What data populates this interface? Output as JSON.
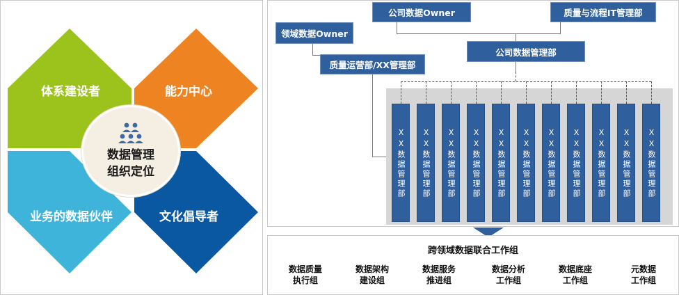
{
  "left": {
    "diamonds": {
      "top_left": "体系建设者",
      "top_right": "能力中心",
      "bottom_left": "业务的数据伙伴",
      "bottom_right": "文化倡导者"
    },
    "center_title": "数据管理\n组织定位",
    "center_icon": "people-group-icon"
  },
  "org": {
    "company_owner": "公司数据Owner",
    "quality_it": "质量与流程IT管理部",
    "domain_owner": "领域数据Owner",
    "company_mgmt": "公司数据管理部",
    "quality_ops": "质量运营部/XX管理部",
    "dept_label": "XX数据管理部",
    "dept_count": 11
  },
  "workgroups": {
    "title": "跨领域数据联合工作组",
    "items": [
      "数据质量\n执行组",
      "数据架构\n建设组",
      "数据服务\n推进组",
      "数据分析\n工作组",
      "数据底座\n工作组",
      "元数据\n工作组"
    ]
  },
  "colors": {
    "green": "#9bc31c",
    "orange": "#ee8421",
    "light_blue": "#3fb4da",
    "dark_blue": "#0b58a2",
    "box_blue": "#2f5f9d",
    "people_icon": "#3a6aa8"
  }
}
